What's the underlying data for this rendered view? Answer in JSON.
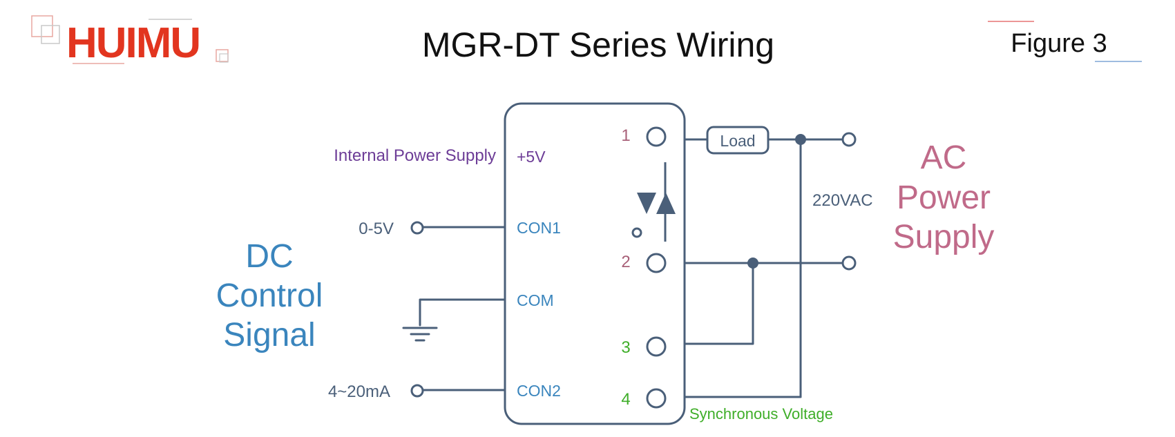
{
  "brand": {
    "name": "HUIMU",
    "color": "#e2351f"
  },
  "header": {
    "title": "MGR-DT Series Wiring",
    "figure_label": "Figure 3"
  },
  "colors": {
    "wire": "#4a5f79",
    "dc_signal": "#3a85bd",
    "ac_supply": "#c06a89",
    "internal_power": "#6d3d97",
    "green": "#3fae29",
    "terminal_a": "#a86078",
    "text_dark": "#4a5f79"
  },
  "left": {
    "internal_power_label": "Internal Power Supply",
    "input_0_5v": "0-5V",
    "input_4_20ma": "4~20mA",
    "dc_title": [
      "DC",
      "Control",
      "Signal"
    ]
  },
  "module": {
    "pins": {
      "p5v": "+5V",
      "con1": "CON1",
      "com": "COM",
      "con2": "CON2"
    },
    "terminals": [
      "1",
      "2",
      "3",
      "4"
    ]
  },
  "right": {
    "load_label": "Load",
    "voltage_label": "220VAC",
    "ac_title": [
      "AC",
      "Power",
      "Supply"
    ],
    "sync_label": "Synchronous Voltage"
  }
}
